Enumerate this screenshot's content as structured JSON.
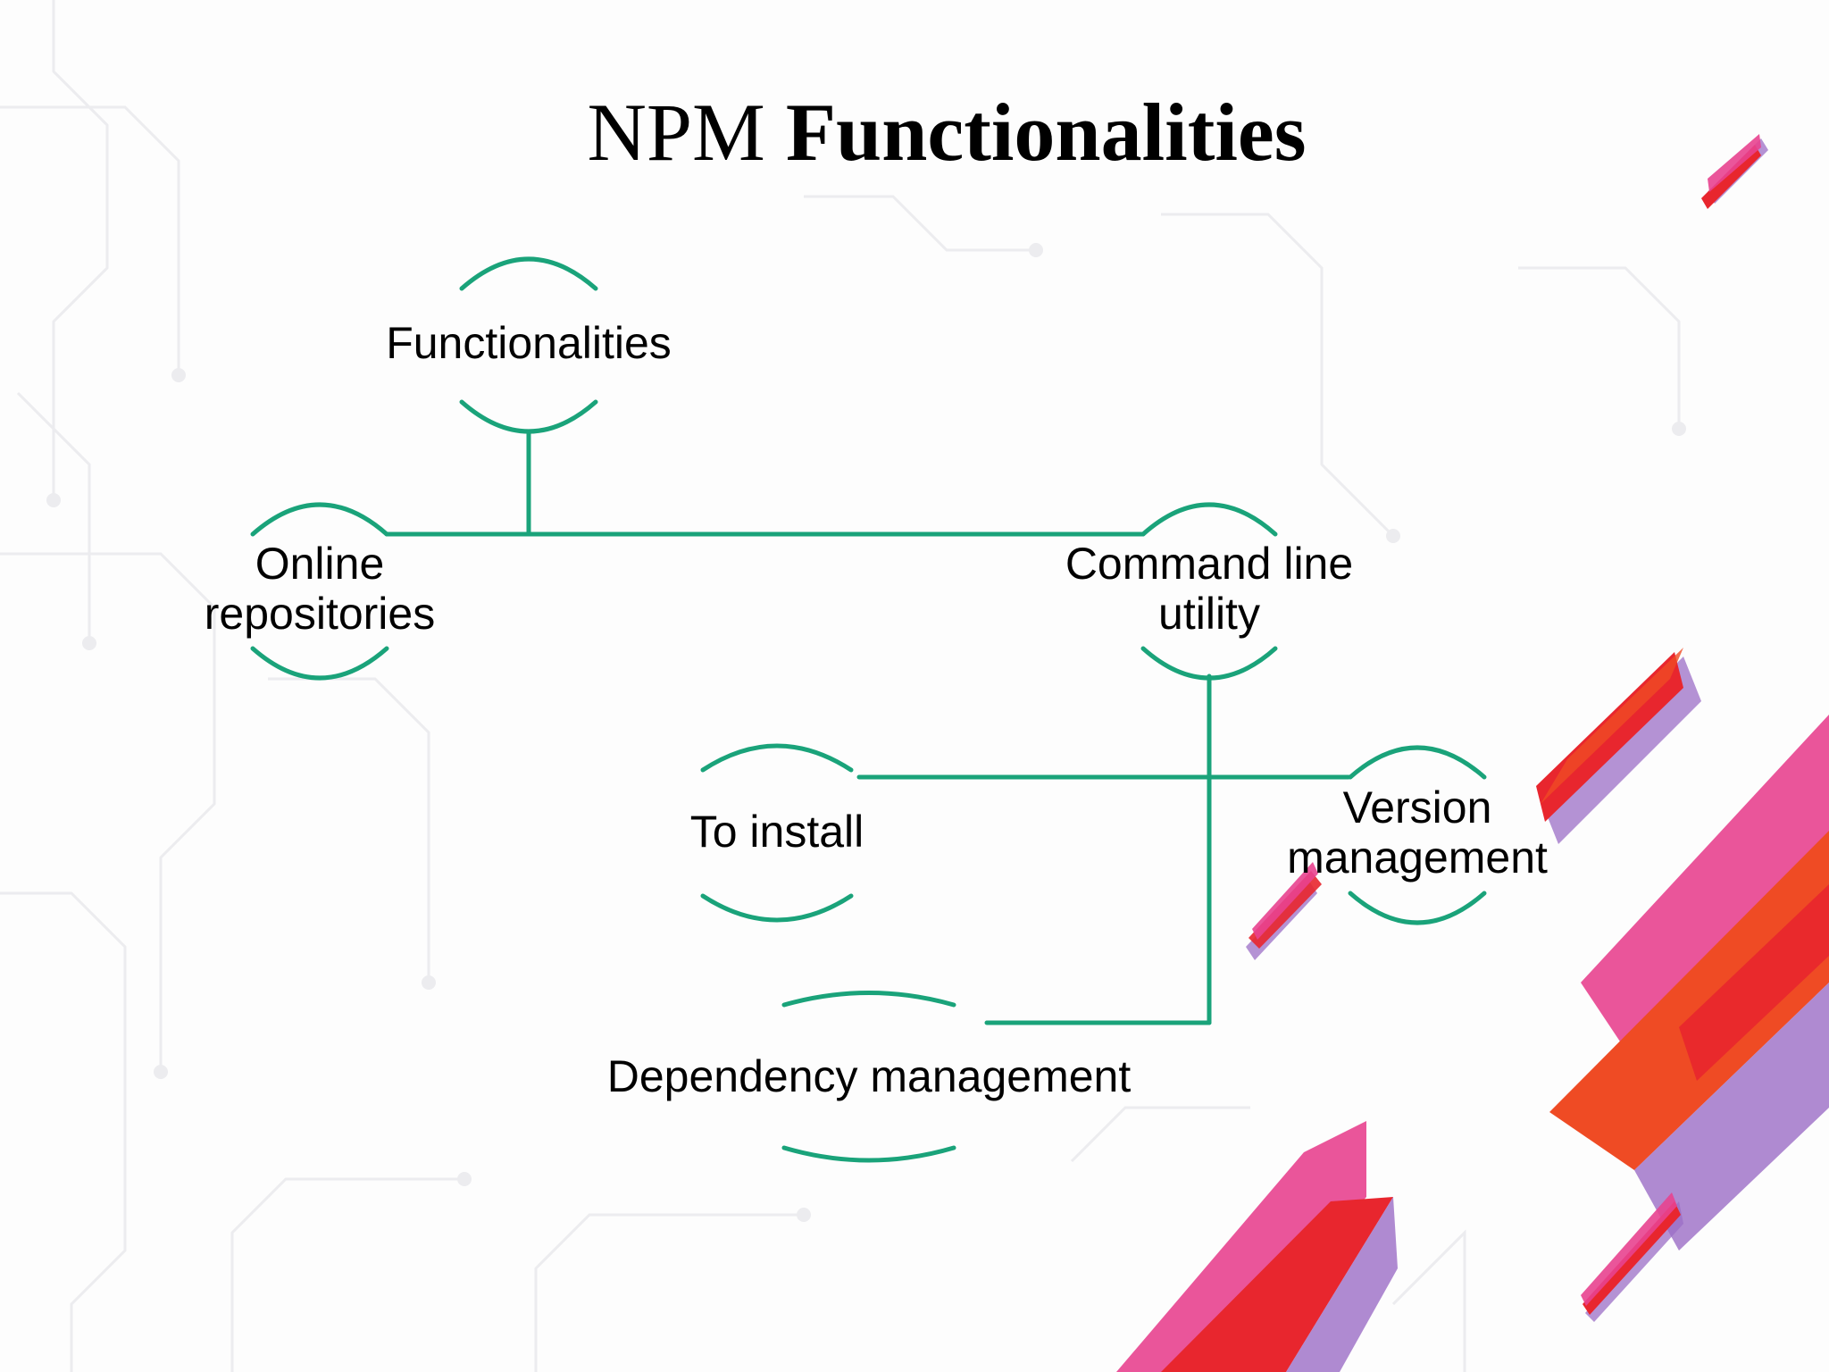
{
  "slide": {
    "title_regular": "NPM",
    "title_bold": "Functionalities"
  },
  "diagram": {
    "accent_color": "#1aa37a",
    "nodes": {
      "root": {
        "label": "Functionalities"
      },
      "online_repositories": {
        "line1": "Online",
        "line2": "repositories"
      },
      "command_line_utility": {
        "line1": "Command line",
        "line2": "utility"
      },
      "to_install": {
        "label": "To install"
      },
      "version_management": {
        "line1": "Version",
        "line2": "management"
      },
      "dependency_management": {
        "label": "Dependency management"
      }
    }
  },
  "decor": {
    "stripe_colors": [
      "#e8438f",
      "#e8262e",
      "#9b6dc5",
      "#ef4b24"
    ]
  }
}
